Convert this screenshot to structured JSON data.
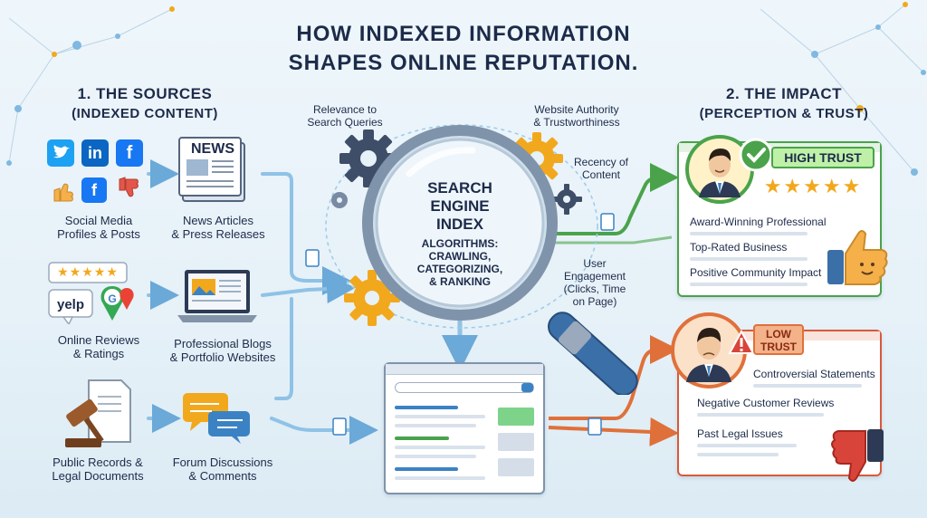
{
  "title": {
    "line1": "HOW INDEXED INFORMATION",
    "line2": "SHAPES ONLINE REPUTATION."
  },
  "sources": {
    "heading1": "1. THE SOURCES",
    "heading2": "(INDEXED CONTENT)",
    "items": [
      {
        "line1": "Social Media",
        "line2": "Profiles & Posts"
      },
      {
        "line1": "News Articles",
        "line2": "& Press Releases"
      },
      {
        "line1": "Online Reviews",
        "line2": "& Ratings"
      },
      {
        "line1": "Professional Blogs",
        "line2": "& Portfolio Websites"
      },
      {
        "line1": "Public Records &",
        "line2": "Legal Documents"
      },
      {
        "line1": "Forum Discussions",
        "line2": "& Comments"
      }
    ],
    "news_word": "NEWS",
    "yelp_word": "yelp",
    "linkedin_word": "in",
    "facebook_word": "f",
    "google_letter": "G"
  },
  "engine": {
    "line1": "SEARCH",
    "line2": "ENGINE",
    "line3": "INDEX",
    "sub1": "ALGORITHMS:",
    "sub2": "CRAWLING,",
    "sub3": "CATEGORIZING,",
    "sub4": "& RANKING"
  },
  "factors": {
    "relevance": {
      "line1": "Relevance to",
      "line2": "Search Queries"
    },
    "authority": {
      "line1": "Website Authority",
      "line2": "& Trustworthiness"
    },
    "recency": {
      "line1": "Recency of",
      "line2": "Content"
    },
    "engagement": {
      "line1": "User",
      "line2": "Engagement",
      "line3": "(Clicks, Time",
      "line4": "on Page)"
    }
  },
  "impact": {
    "heading1": "2. THE IMPACT",
    "heading2": "(PERCEPTION & TRUST)",
    "high": {
      "badge": "HIGH TRUST",
      "stars": "★★★★★",
      "items": [
        "Award-Winning Professional",
        "Top-Rated Business",
        "Positive Community Impact"
      ]
    },
    "low": {
      "badge1": "LOW",
      "badge2": "TRUST",
      "items": [
        "Controversial Statements",
        "Negative Customer Reviews",
        "Past Legal Issues"
      ]
    }
  },
  "colors": {
    "navy": "#1d2b4a",
    "blue": "#3b82c4",
    "green": "#4aa34a",
    "orange": "#e0703a",
    "gold": "#f2a81d",
    "red": "#d9443a"
  }
}
